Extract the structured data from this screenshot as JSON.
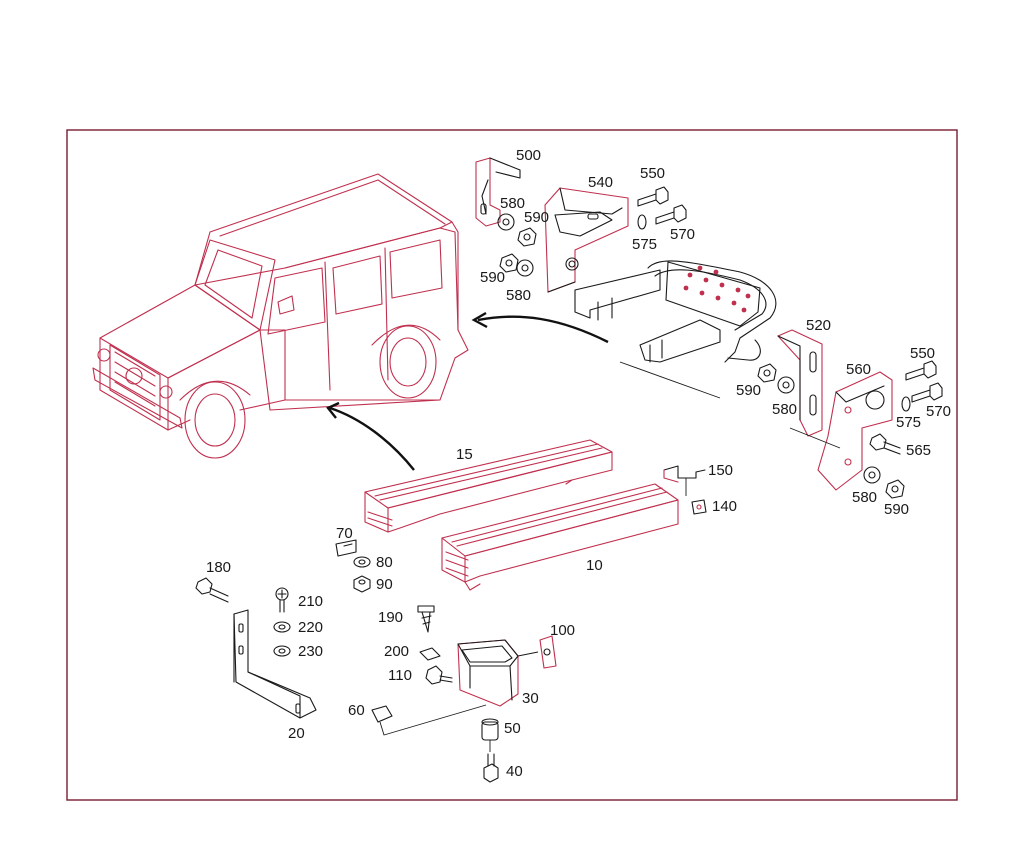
{
  "colors": {
    "line_pink": "#c0304e",
    "line_black": "#1a1a1a",
    "background": "#ffffff",
    "frame": "#7a1c30"
  },
  "part_numbers": {
    "p500": "500",
    "p540": "540",
    "p550a": "550",
    "p580a": "580",
    "p590a": "590",
    "p570a": "570",
    "p575a": "575",
    "p590b": "590",
    "p580b": "580",
    "p520": "520",
    "p560": "560",
    "p550b": "550",
    "p590c": "590",
    "p580c": "580",
    "p570b": "570",
    "p575b": "575",
    "p565": "565",
    "p580d": "580",
    "p590d": "590",
    "p15": "15",
    "p150": "150",
    "p140": "140",
    "p10": "10",
    "p70": "70",
    "p80": "80",
    "p90": "90",
    "p180": "180",
    "p210": "210",
    "p220": "220",
    "p230": "230",
    "p20": "20",
    "p190": "190",
    "p200": "200",
    "p110": "110",
    "p100": "100",
    "p30": "30",
    "p60": "60",
    "p50": "50",
    "p40": "40"
  }
}
